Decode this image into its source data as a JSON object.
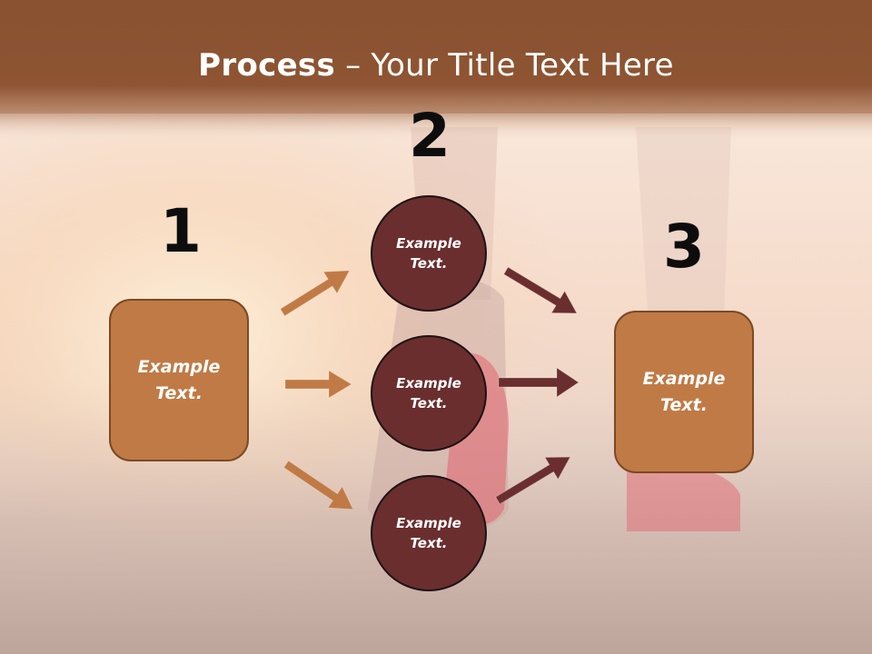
{
  "slide": {
    "title_bold": "Process",
    "title_rest": " – Your Title Text Here",
    "numbers": [
      "1",
      "2",
      "3"
    ],
    "left_box": "Example Text.",
    "right_box": "Example Text.",
    "circles": [
      "Example Text.",
      "Example Text.",
      "Example Text."
    ]
  },
  "colors": {
    "header_band": "#8a5230",
    "box_fill": "#c07a45",
    "circle_fill": "#6a2e2e",
    "arrow_orange": "#c07a45",
    "arrow_maroon": "#6a2e2e"
  },
  "icons": {
    "arrow_shape": "right-arrow"
  }
}
